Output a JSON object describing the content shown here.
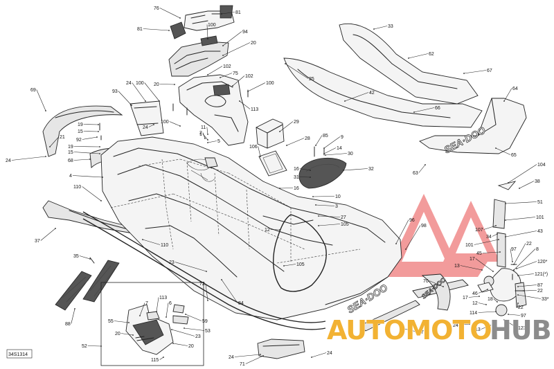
{
  "diagram": {
    "reference_code": "34S1314",
    "brand_marks": [
      "SEA·DOO",
      "SEA·DOO",
      "SEA·DOO"
    ],
    "watermark": {
      "text_orange": "AUTOMOTO",
      "text_gray": "HUB",
      "color_orange": "#f2b233",
      "color_gray": "#8c8c8c",
      "color_logo": "#f08a8a"
    },
    "callouts": [
      {
        "n": "76"
      },
      {
        "n": "81"
      },
      {
        "n": "81"
      },
      {
        "n": "100"
      },
      {
        "n": "94"
      },
      {
        "n": "20"
      },
      {
        "n": "102"
      },
      {
        "n": "75"
      },
      {
        "n": "102"
      },
      {
        "n": "100"
      },
      {
        "n": "113"
      },
      {
        "n": "20"
      },
      {
        "n": "24"
      },
      {
        "n": "100"
      },
      {
        "n": "93"
      },
      {
        "n": "69"
      },
      {
        "n": "19"
      },
      {
        "n": "15"
      },
      {
        "n": "24"
      },
      {
        "n": "100"
      },
      {
        "n": "11"
      },
      {
        "n": "1"
      },
      {
        "n": "2"
      },
      {
        "n": "5"
      },
      {
        "n": "92"
      },
      {
        "n": "21"
      },
      {
        "n": "19"
      },
      {
        "n": "15"
      },
      {
        "n": "68"
      },
      {
        "n": "24"
      },
      {
        "n": "29"
      },
      {
        "n": "28"
      },
      {
        "n": "106"
      },
      {
        "n": "85"
      },
      {
        "n": "9"
      },
      {
        "n": "14"
      },
      {
        "n": "30"
      },
      {
        "n": "16"
      },
      {
        "n": "31"
      },
      {
        "n": "32"
      },
      {
        "n": "4"
      },
      {
        "n": "110"
      },
      {
        "n": "16"
      },
      {
        "n": "10"
      },
      {
        "n": "3"
      },
      {
        "n": "27"
      },
      {
        "n": "105"
      },
      {
        "n": "37"
      },
      {
        "n": "12"
      },
      {
        "n": "110"
      },
      {
        "n": "105"
      },
      {
        "n": "35"
      },
      {
        "n": "23"
      },
      {
        "n": "88"
      },
      {
        "n": "84"
      },
      {
        "n": "72"
      },
      {
        "n": "33"
      },
      {
        "n": "25"
      },
      {
        "n": "62"
      },
      {
        "n": "67"
      },
      {
        "n": "42"
      },
      {
        "n": "66"
      },
      {
        "n": "64"
      },
      {
        "n": "65"
      },
      {
        "n": "63"
      },
      {
        "n": "104"
      },
      {
        "n": "38"
      },
      {
        "n": "51"
      },
      {
        "n": "107"
      },
      {
        "n": "34"
      },
      {
        "n": "101"
      },
      {
        "n": "43"
      },
      {
        "n": "101"
      },
      {
        "n": "45"
      },
      {
        "n": "97"
      },
      {
        "n": "22"
      },
      {
        "n": "8"
      },
      {
        "n": "17"
      },
      {
        "n": "120*"
      },
      {
        "n": "121(*)"
      },
      {
        "n": "13"
      },
      {
        "n": "87"
      },
      {
        "n": "22"
      },
      {
        "n": "33*"
      },
      {
        "n": "96"
      },
      {
        "n": "98"
      },
      {
        "n": "70"
      },
      {
        "n": "46"
      },
      {
        "n": "17"
      },
      {
        "n": "12"
      },
      {
        "n": "18"
      },
      {
        "n": "22"
      },
      {
        "n": "97"
      },
      {
        "n": "24"
      },
      {
        "n": "114"
      },
      {
        "n": "13"
      },
      {
        "n": "123"
      },
      {
        "n": "77"
      },
      {
        "n": "7"
      },
      {
        "n": "113"
      },
      {
        "n": "6"
      },
      {
        "n": "55"
      },
      {
        "n": "59"
      },
      {
        "n": "20"
      },
      {
        "n": "23"
      },
      {
        "n": "53"
      },
      {
        "n": "20"
      },
      {
        "n": "115"
      },
      {
        "n": "52"
      },
      {
        "n": "24"
      },
      {
        "n": "71"
      },
      {
        "n": "24"
      }
    ]
  }
}
